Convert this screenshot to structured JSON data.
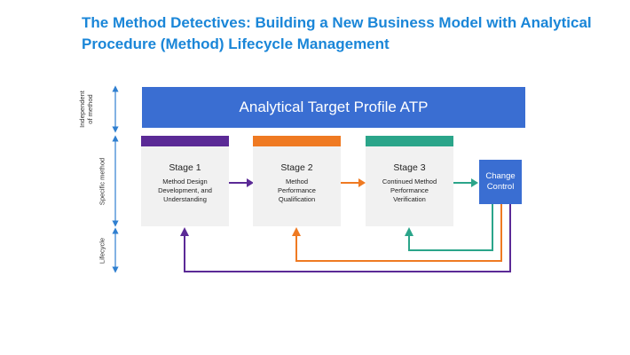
{
  "page": {
    "title": "The Method Detectives: Building a New Business Model with Analytical Procedure (Method) Lifecycle Management"
  },
  "diagram": {
    "side_labels": {
      "independent": "Independent of method",
      "specific": "Specific method",
      "lifecycle": "Lifecycle"
    },
    "atp": "Analytical Target Profile ATP",
    "stages": [
      {
        "title": "Stage 1",
        "description": "Method Design Development, and Understanding",
        "color": "#5b2a96"
      },
      {
        "title": "Stage 2",
        "description": "Method Performance Qualification",
        "color": "#ef7a22"
      },
      {
        "title": "Stage 3",
        "description": "Continued Method Performance Verification",
        "color": "#2ba58a"
      }
    ],
    "change_control": "Change Control",
    "colors": {
      "title": "#1a86d8",
      "accent_blue": "#3a6ed2",
      "side_arrow": "#2f7fd0",
      "stage_box": "#f1f1f1"
    }
  }
}
